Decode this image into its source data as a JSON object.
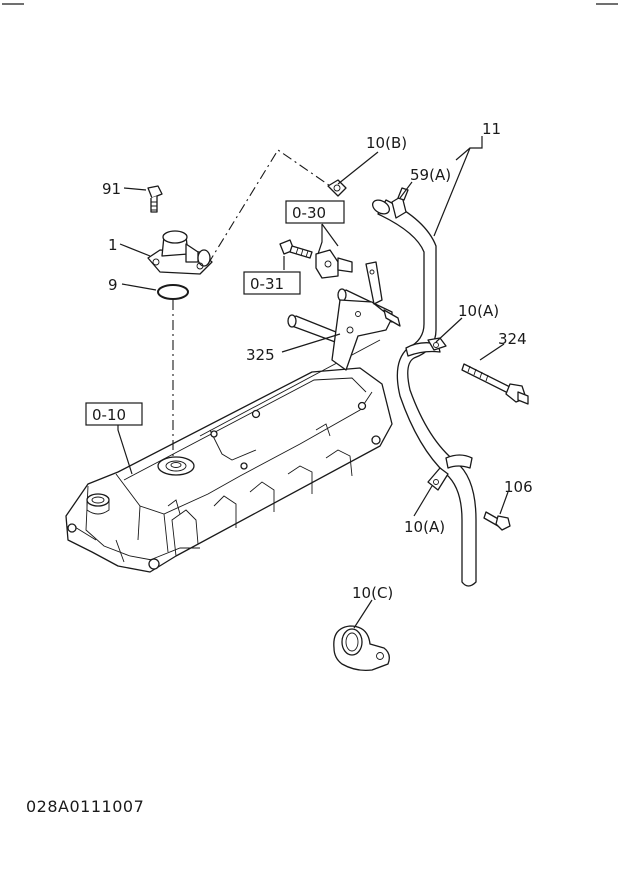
{
  "diagram": {
    "labels": {
      "p91": "91",
      "p1": "1",
      "p9": "9",
      "p10b": "10(B)",
      "p11": "11",
      "p59a": "59(A)",
      "p030": "0-30",
      "p031": "0-31",
      "p325": "325",
      "p10a_upper": "10(A)",
      "p324": "324",
      "p010": "0-10",
      "p106": "106",
      "p10a_lower": "10(A)",
      "p10c": "10(C)"
    },
    "drawing_code": "028A0111007"
  }
}
